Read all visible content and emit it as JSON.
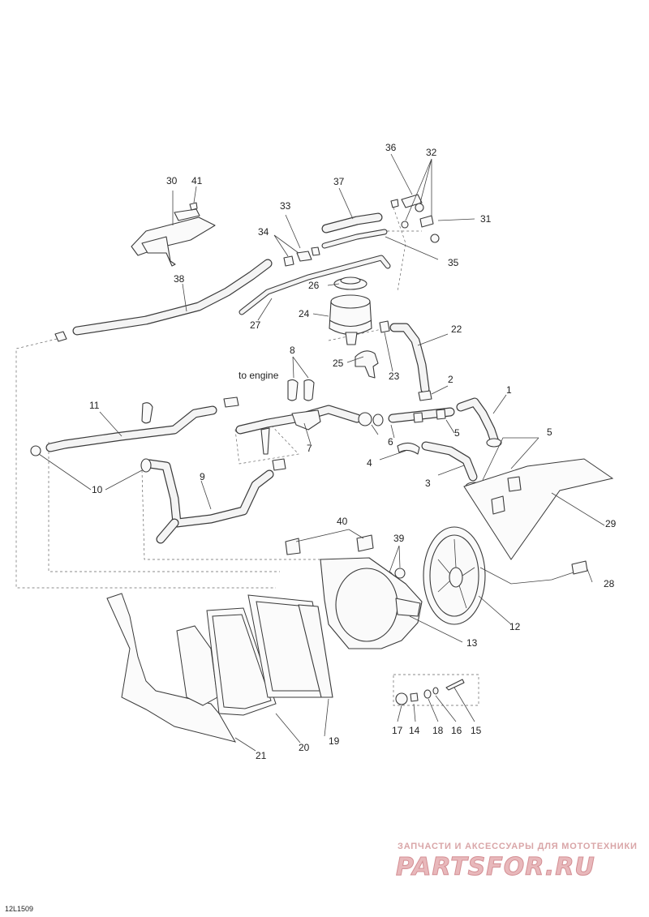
{
  "diagram": {
    "code": "12L1509",
    "callout_note": "to engine",
    "callouts": {
      "p1": "1",
      "p2": "2",
      "p3": "3",
      "p4": "4",
      "p5a": "5",
      "p5b": "5",
      "p5c": "5",
      "p6": "6",
      "p7": "7",
      "p8": "8",
      "p9": "9",
      "p10": "10",
      "p11": "11",
      "p12": "12",
      "p13": "13",
      "p14": "14",
      "p15": "15",
      "p16": "16",
      "p17": "17",
      "p18": "18",
      "p19": "19",
      "p20": "20",
      "p21": "21",
      "p22": "22",
      "p23": "23",
      "p24": "24",
      "p25": "25",
      "p26": "26",
      "p27": "27",
      "p28": "28",
      "p29": "29",
      "p30": "30",
      "p31": "31",
      "p32": "32",
      "p33": "33",
      "p34": "34",
      "p35": "35",
      "p36": "36",
      "p37": "37",
      "p38": "38",
      "p39": "39",
      "p40": "40",
      "p41": "41"
    }
  },
  "watermark": {
    "tagline": "ЗАПЧАСТИ И АКСЕССУАРЫ ДЛЯ МОТОТЕХНИКИ",
    "logo": "PARTSFOR.RU",
    "color": "#e8b8bb"
  }
}
